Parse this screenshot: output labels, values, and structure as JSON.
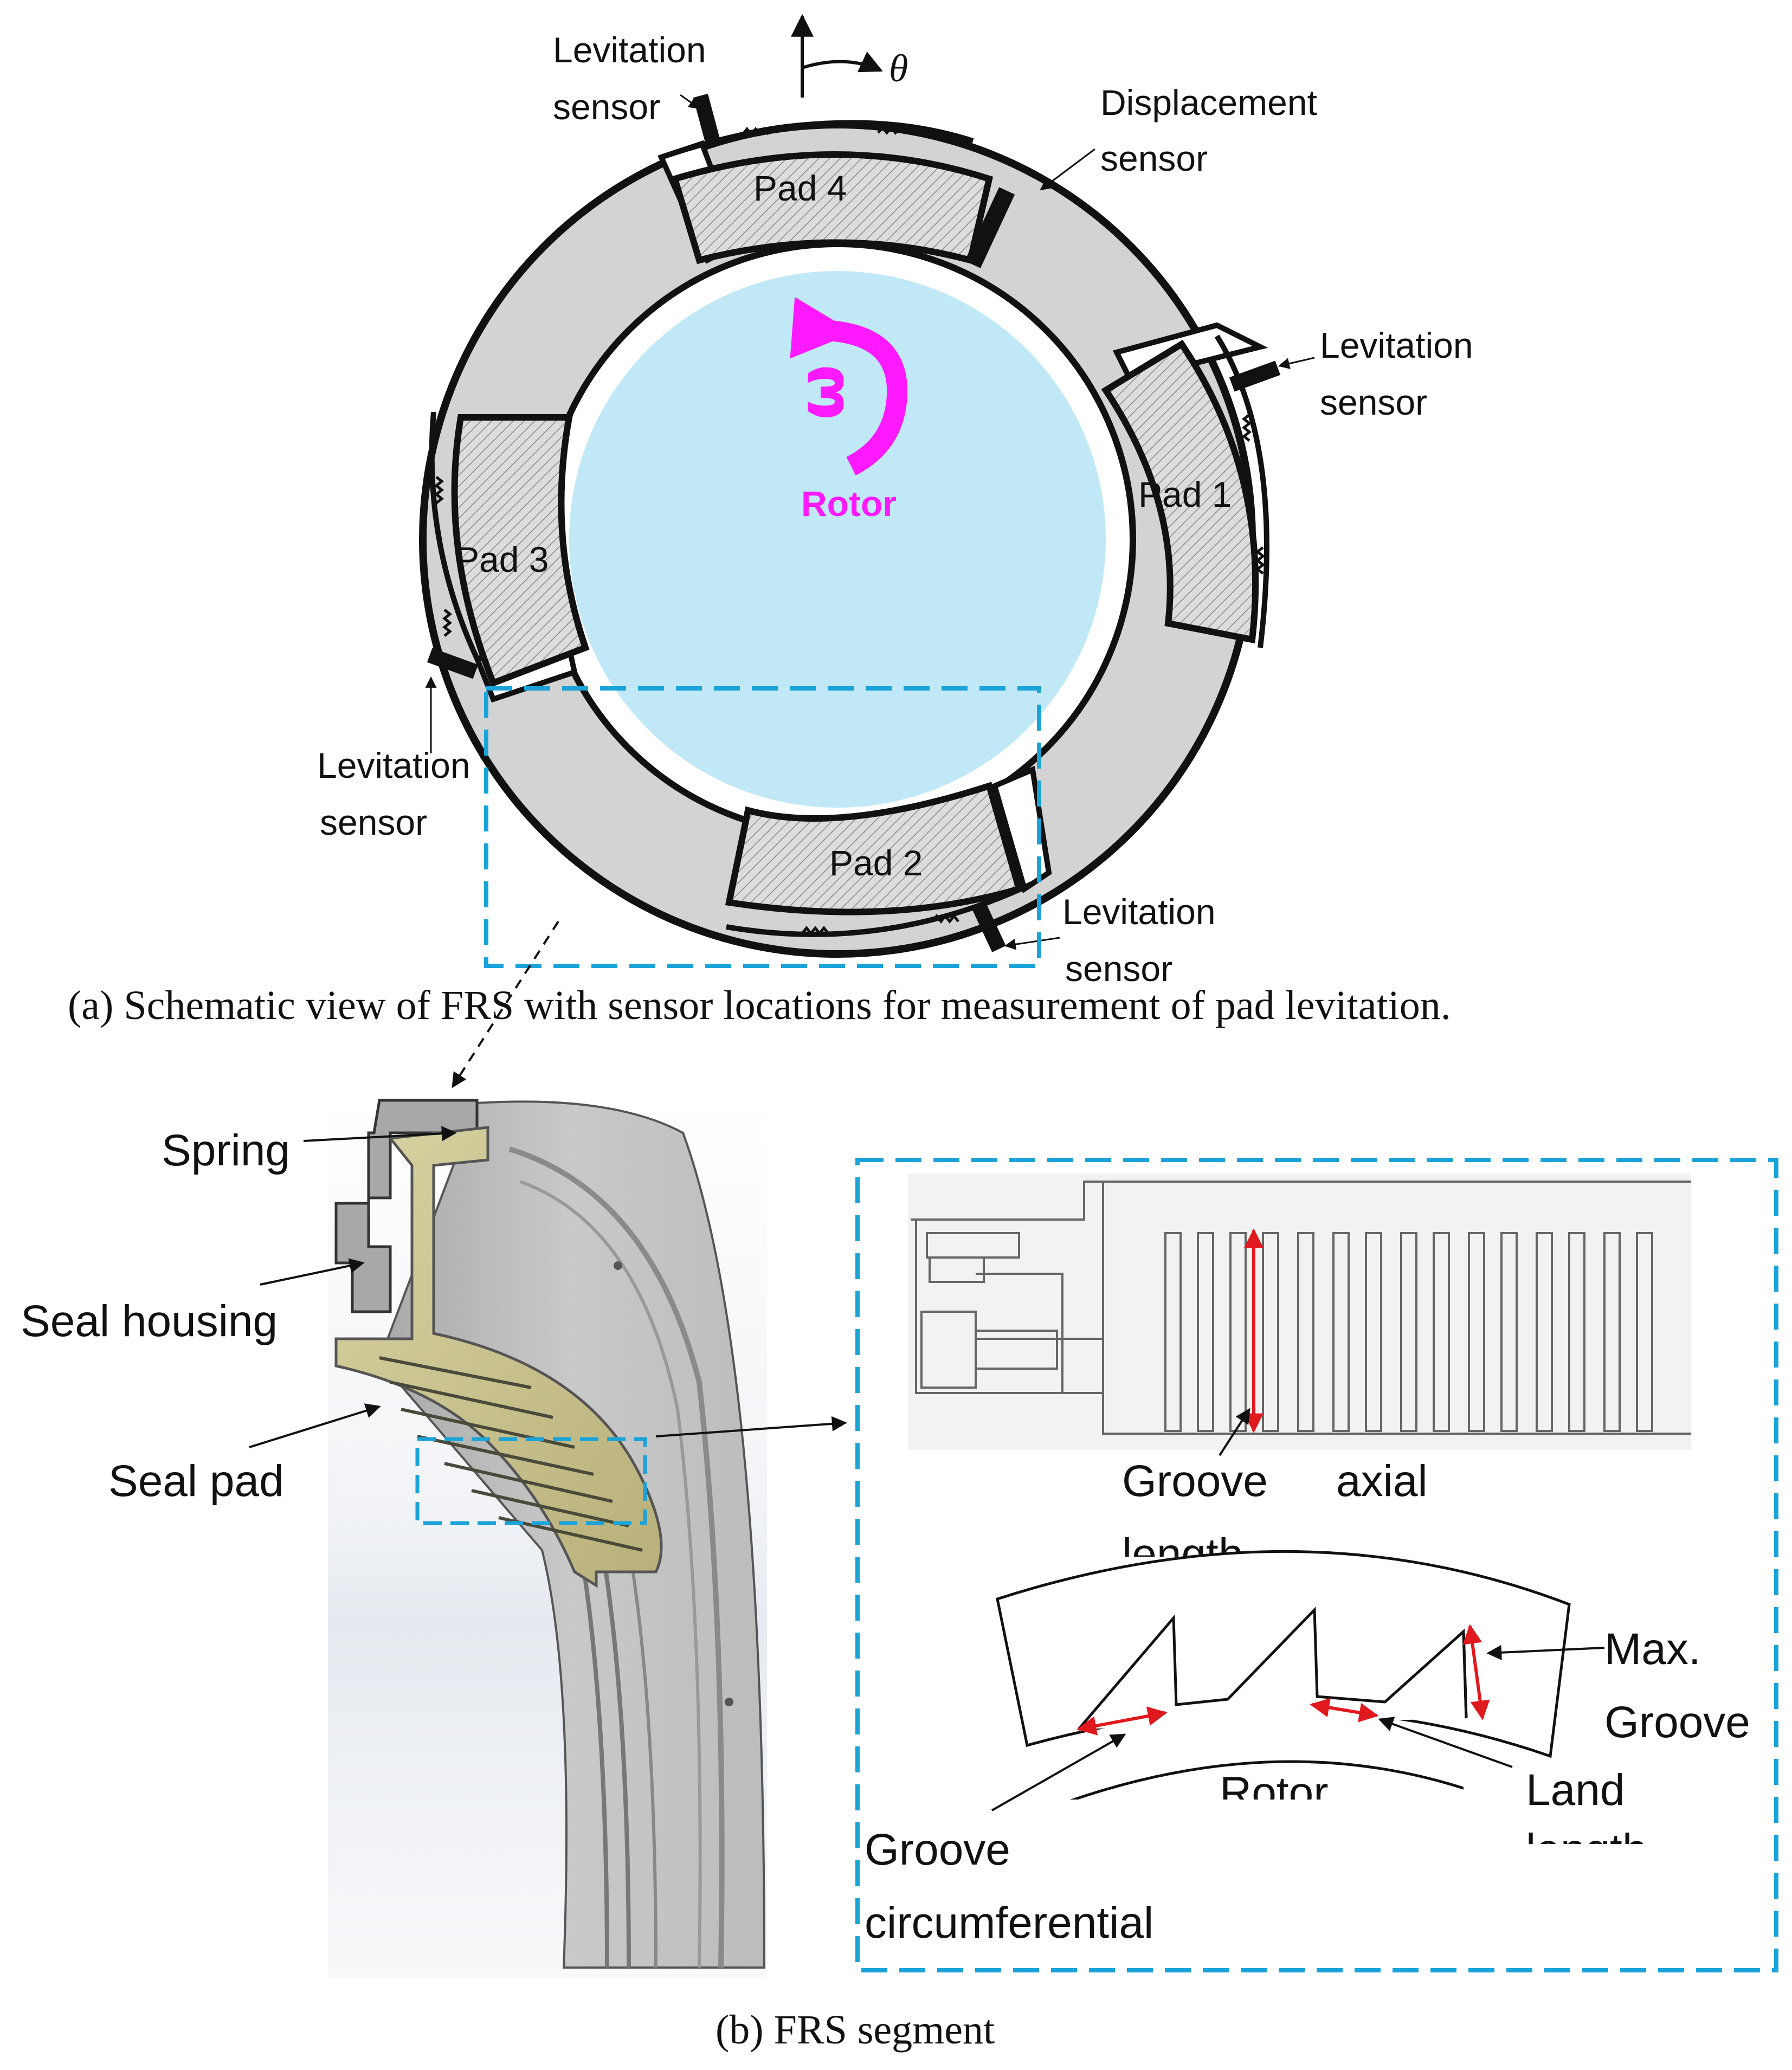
{
  "colors": {
    "rotor_fill": "#c0e8f6",
    "housing_fill": "#d3d3d3",
    "pad_fill": "#d9d9d9",
    "highlight_box": "#1aa3d9",
    "omega": "#ff19ff",
    "groove_marker": "#e0191e",
    "seal_pad_3d": "#cfc995",
    "seal_3d_gray": "#b4b4b4"
  },
  "top": {
    "theta": "θ",
    "rotor_label": "Rotor",
    "omega_symbol": "ω",
    "pads": [
      "Pad 4",
      "Pad 1",
      "Pad 3",
      "Pad 2"
    ],
    "levitation": "Levitation",
    "sensor": "sensor",
    "displacement": "Displacement",
    "caption": "(a)  Schematic view of FRS with sensor locations for measurement of pad levitation."
  },
  "bottom": {
    "spring": "Spring",
    "seal_housing": "Seal housing",
    "seal_pad": "Seal pad",
    "groove": "Groove",
    "axial": "axial",
    "length_partial": "length",
    "max": "Max.",
    "groove_right": "Groove",
    "rotor_partial": "Rotor",
    "land": "Land",
    "land_partial": "length",
    "groove_circ_1": "Groove",
    "groove_circ_2": "circumferential",
    "caption": "(b) FRS segment"
  }
}
